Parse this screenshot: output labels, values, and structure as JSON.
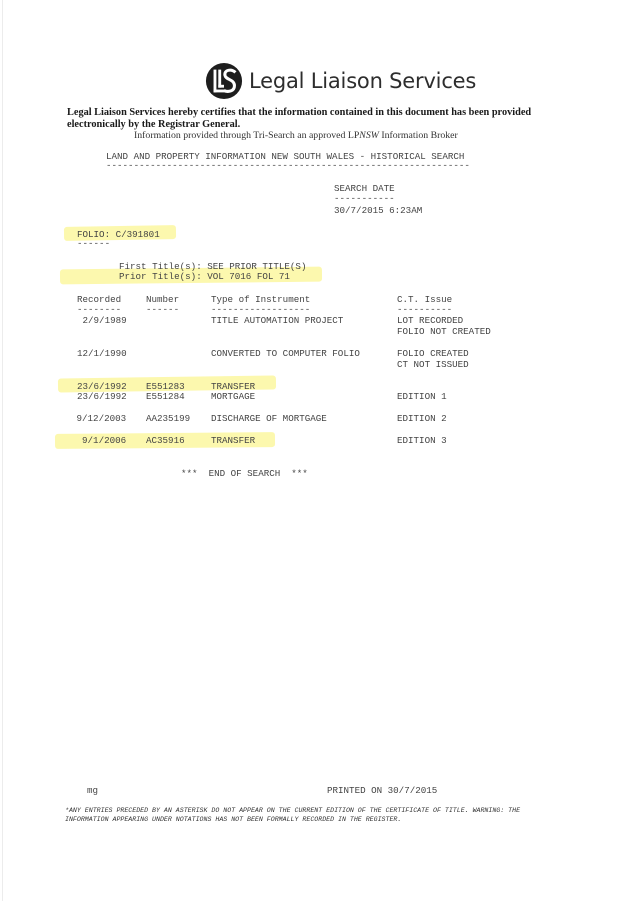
{
  "header": {
    "logo_text": "Legal Liaison Services",
    "logo_mark": "LLS",
    "certification": "Legal Liaison Services hereby certifies that the information contained in this document has been provided electronically by the Registrar General.",
    "broker_prefix": "Information provided through Tri-Search an approved LP",
    "broker_italic": "NSW",
    "broker_suffix": " Information Broker"
  },
  "search": {
    "heading": "LAND AND PROPERTY INFORMATION NEW SOUTH WALES - HISTORICAL SEARCH",
    "heading_rule": "------------------------------------------------------------------",
    "date_label": "SEARCH DATE",
    "date_rule": "-----------",
    "date_value": "30/7/2015 6:23AM"
  },
  "folio": {
    "label": "FOLIO: C/391801",
    "rule": "------",
    "first_titles": "First Title(s): SEE PRIOR TITLE(S)",
    "prior_titles": "Prior Title(s): VOL 7016 FOL 71"
  },
  "table": {
    "columns": [
      "Recorded",
      "Number",
      "Type of Instrument",
      "C.T. Issue"
    ],
    "column_rules": [
      "--------",
      "------",
      "------------------",
      "----------"
    ],
    "rows": [
      {
        "recorded": " 2/9/1989",
        "number": "",
        "type": "TITLE AUTOMATION PROJECT",
        "ct_issue": [
          "LOT RECORDED",
          "FOLIO NOT CREATED"
        ],
        "highlighted": false
      },
      {
        "recorded": "12/1/1990",
        "number": "",
        "type": "CONVERTED TO COMPUTER FOLIO",
        "ct_issue": [
          "FOLIO CREATED",
          "CT NOT ISSUED"
        ],
        "highlighted": false
      },
      {
        "recorded": "23/6/1992",
        "number": "E551283",
        "type": "TRANSFER",
        "ct_issue": [],
        "highlighted": true
      },
      {
        "recorded": "23/6/1992",
        "number": "E551284",
        "type": "MORTGAGE",
        "ct_issue": [
          "EDITION 1"
        ],
        "highlighted": false
      },
      {
        "recorded": " 9/12/2003",
        "number": "AA235199",
        "type": "DISCHARGE OF MORTGAGE",
        "ct_issue": [
          "EDITION 2"
        ],
        "highlighted": false
      },
      {
        "recorded": "  9/1/2006",
        "number": "AC35916",
        "type": "TRANSFER",
        "ct_issue": [
          "EDITION 3"
        ],
        "highlighted": true
      }
    ]
  },
  "end_of_search": "***  END OF SEARCH  ***",
  "footer": {
    "initials": "mg",
    "printed_on": "PRINTED ON 30/7/2015",
    "note_line1": "*ANY ENTRIES PRECEDED BY AN ASTERISK DO NOT APPEAR ON THE CURRENT EDITION OF THE CERTIFICATE OF TITLE. WARNING: THE",
    "note_line2": "INFORMATION APPEARING UNDER NOTATIONS HAS NOT BEEN FORMALLY RECORDED IN THE REGISTER."
  },
  "colors": {
    "highlight": "#fbf7a0",
    "text": "#444444"
  }
}
